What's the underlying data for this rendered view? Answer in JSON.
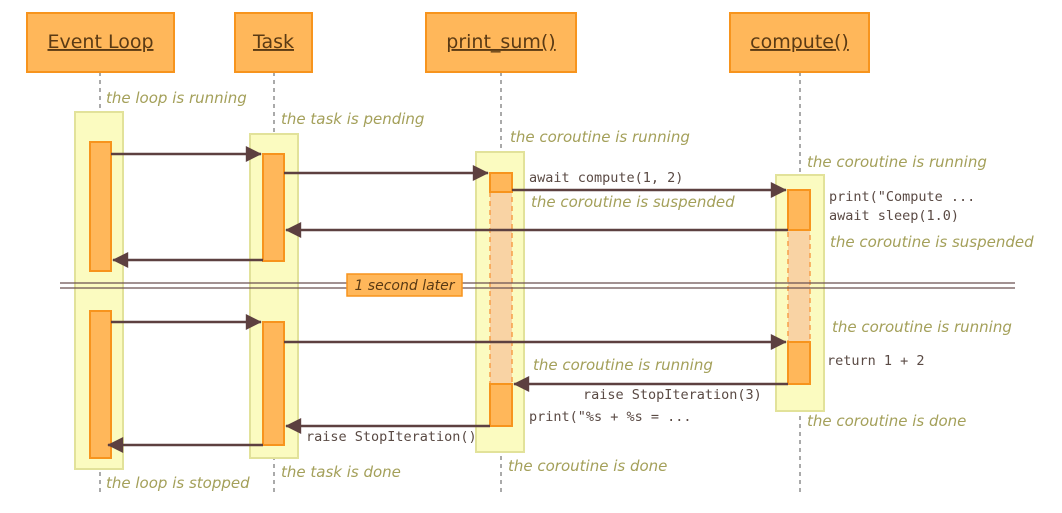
{
  "lifelines": {
    "event_loop": "Event Loop",
    "task": "Task",
    "print_sum": "print_sum()",
    "compute": "compute()"
  },
  "notes": {
    "loop_running": "the loop is running",
    "task_pending": "the task is pending",
    "print_sum_running_1": "the coroutine is running",
    "compute_running_1": "the coroutine is running",
    "print_sum_suspended": "the coroutine is suspended",
    "compute_suspended": "the coroutine is suspended",
    "compute_running_2": "the coroutine is running",
    "print_sum_running_2": "the coroutine is running",
    "compute_done": "the coroutine is done",
    "print_sum_done": "the coroutine is done",
    "task_done": "the task is done",
    "loop_stopped": "the loop is stopped"
  },
  "messages": {
    "await_compute": "await compute(1, 2)",
    "compute_print": "print(\"Compute ...",
    "await_sleep": "await sleep(1.0)",
    "return_sum": "return 1 + 2",
    "raise_stop_3": "raise StopIteration(3)",
    "print_result": "print(\"%s + %s = ...",
    "raise_stop": "raise StopIteration()"
  },
  "separator": {
    "label": "1 second later"
  },
  "colors": {
    "lifeline_box_fill": "#ffb75a",
    "lifeline_box_stroke": "#f7941d",
    "activation_fill": "#ffb75a",
    "activation_stroke": "#f7941d",
    "state_fill": "#fbfbc0",
    "state_stroke": "#e2e29a",
    "suspended_fill": "#f9d3a4",
    "arrow": "#5d4040",
    "note_text": "#a4a05a"
  }
}
